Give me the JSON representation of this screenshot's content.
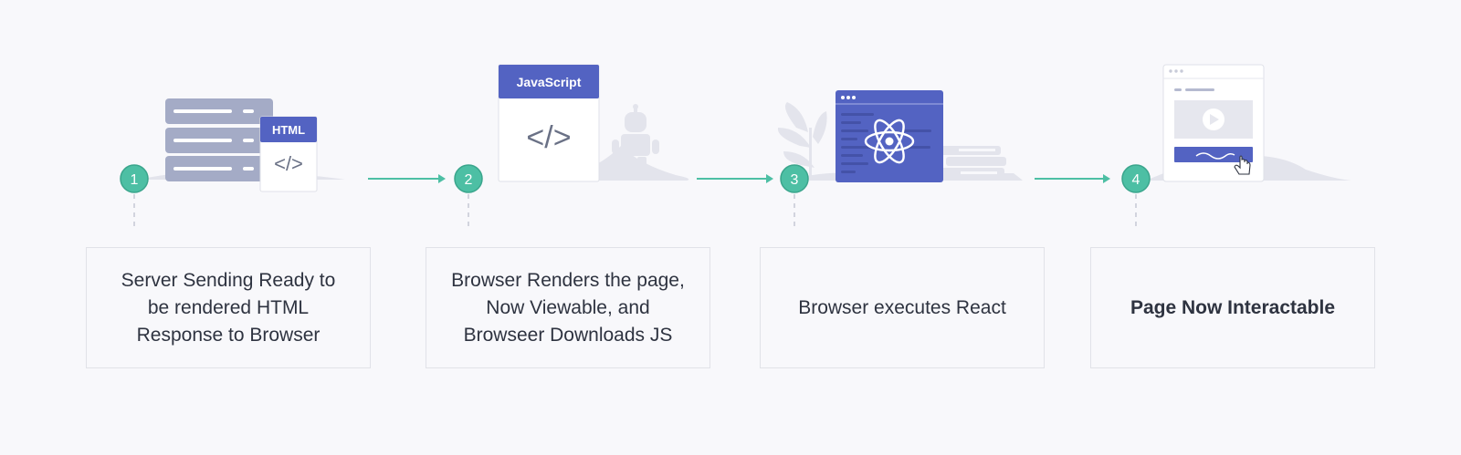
{
  "steps": [
    {
      "number": "1",
      "caption": "Server Sending Ready to be rendered HTML Response to Browser",
      "card_label": "HTML",
      "card_code": "</>"
    },
    {
      "number": "2",
      "caption": "Browser Renders the page, Now Viewable, and Browseer Downloads JS",
      "card_label": "JavaScript",
      "card_code": "</>"
    },
    {
      "number": "3",
      "caption": "Browser executes React"
    },
    {
      "number": "4",
      "caption": "Page Now Interactable"
    }
  ],
  "colors": {
    "accent_teal": "#4dbfa4",
    "brand_indigo": "#5363c2",
    "server_gray": "#a4abc6",
    "decor_gray": "#e3e4ec",
    "text_dark": "#2e3340"
  },
  "icons": [
    "server-rack-icon",
    "code-brackets-icon",
    "robot-icon",
    "react-atom-icon",
    "leaf-plant-icon",
    "books-stack-icon",
    "play-button-icon",
    "hand-pointer-icon"
  ]
}
